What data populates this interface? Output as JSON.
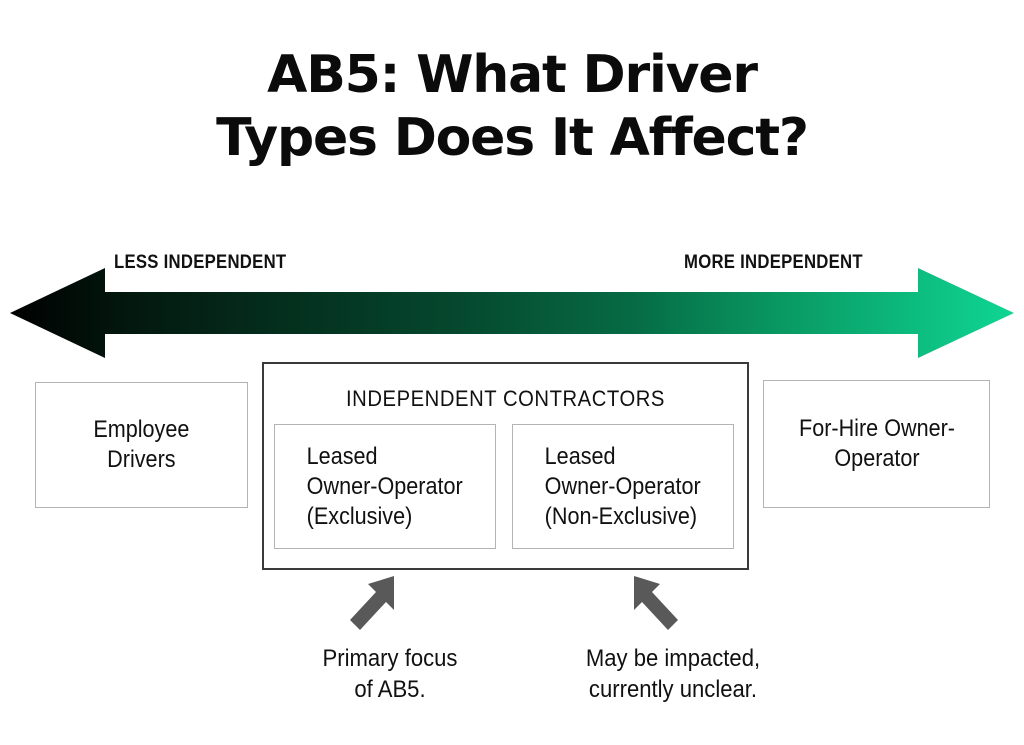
{
  "title": {
    "line1": "AB5: What Driver",
    "line2": "Types Does It Affect?"
  },
  "spectrum": {
    "left_label": "LESS INDEPENDENT",
    "right_label": "MORE INDEPENDENT",
    "gradient_start_color": "#000000",
    "gradient_mid_color": "#05492F",
    "gradient_end_color": "#0FD693"
  },
  "boxes": {
    "employee": {
      "label": "Employee\nDrivers"
    },
    "independent_contractors": {
      "header": "INDEPENDENT CONTRACTORS",
      "items": [
        {
          "label": "Leased\nOwner-Operator\n(Exclusive)"
        },
        {
          "label": "Leased\nOwner-Operator\n(Non-Exclusive)"
        }
      ]
    },
    "for_hire": {
      "label": "For-Hire Owner-\nOperator"
    }
  },
  "annotations": [
    {
      "text": "Primary focus\nof AB5.",
      "arrow_direction": "up-right",
      "arrow_color": "#595959"
    },
    {
      "text": "May be impacted,\ncurrently unclear.",
      "arrow_direction": "up-left",
      "arrow_color": "#595959"
    }
  ]
}
